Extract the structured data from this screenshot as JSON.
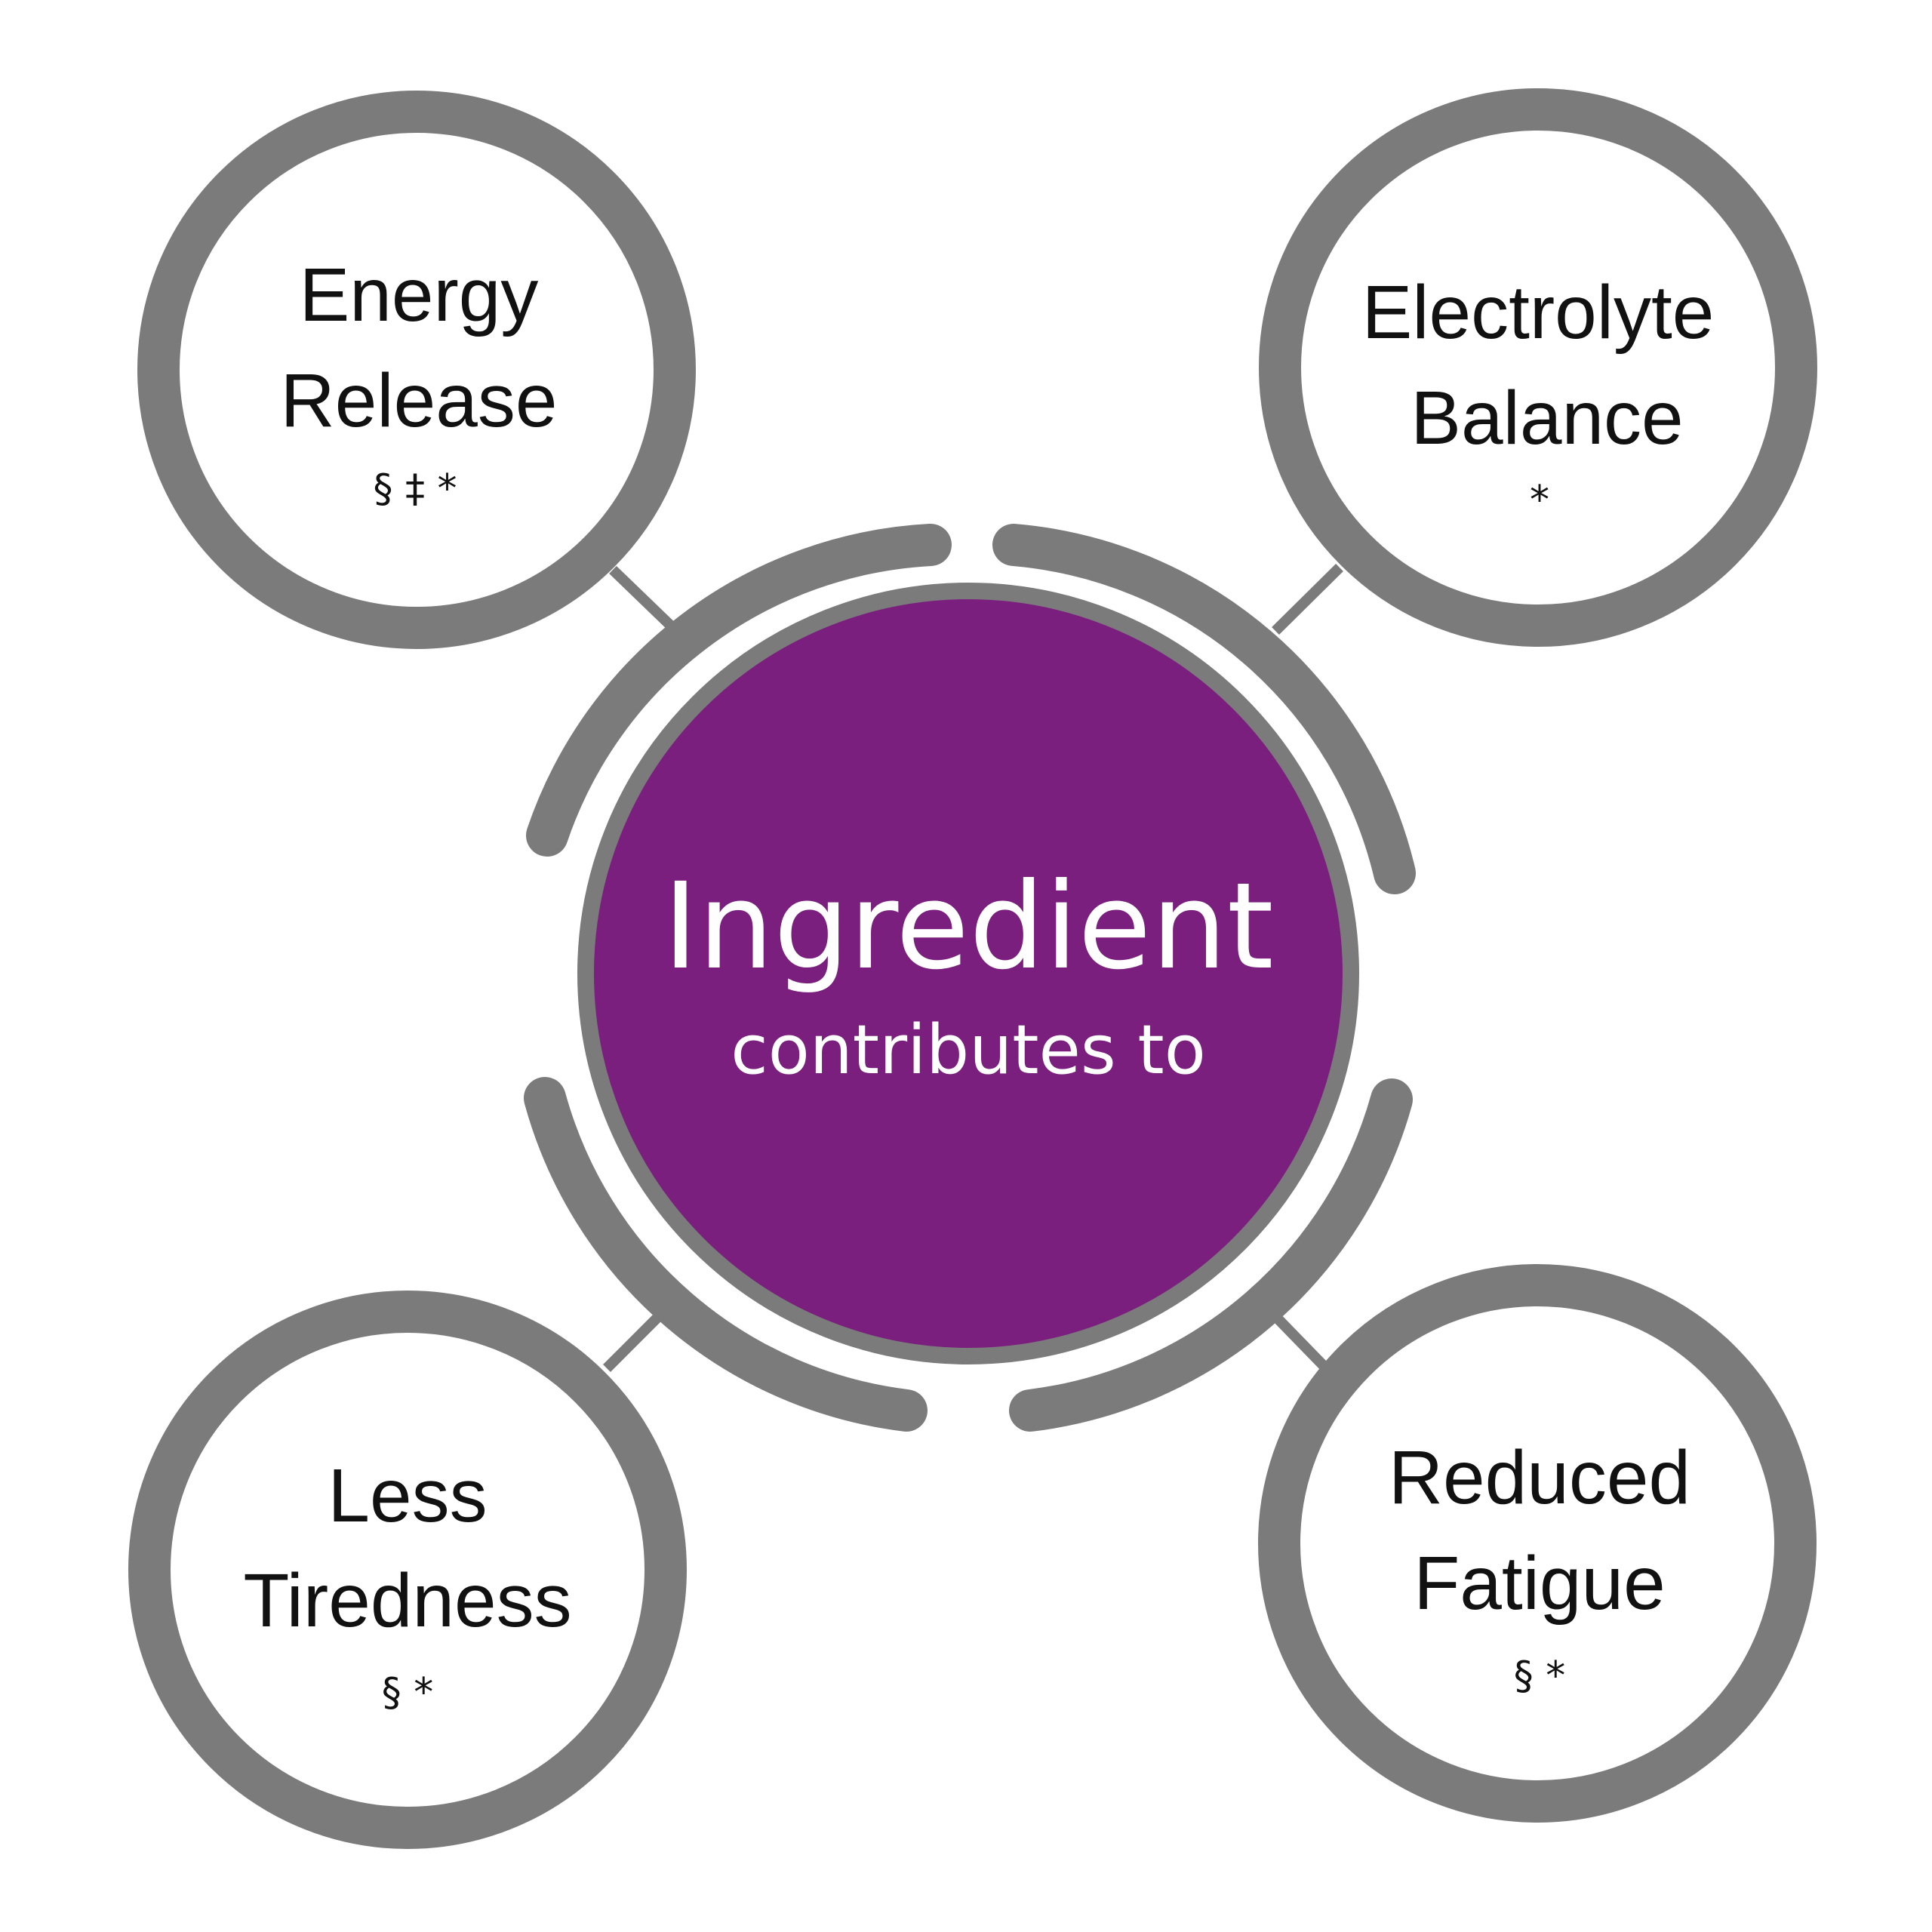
{
  "colors": {
    "ring": "#7b7b7b",
    "center_fill": "#7b1f7e",
    "center_text": "#ffffff",
    "node_text": "#111111",
    "background": "#ffffff"
  },
  "center": {
    "title": "Ingredient",
    "subtitle": "contributes to"
  },
  "nodes": {
    "top_left": {
      "line1": "Energy",
      "line2": "Release",
      "marks": "§ ‡ *"
    },
    "top_right": {
      "line1": "Electrolyte",
      "line2": "Balance",
      "marks": "*"
    },
    "bottom_left": {
      "line1": "Less",
      "line2": "Tiredness",
      "marks": "§ *"
    },
    "bottom_right": {
      "line1": "Reduced",
      "line2": "Fatigue",
      "marks": "§ *"
    }
  }
}
